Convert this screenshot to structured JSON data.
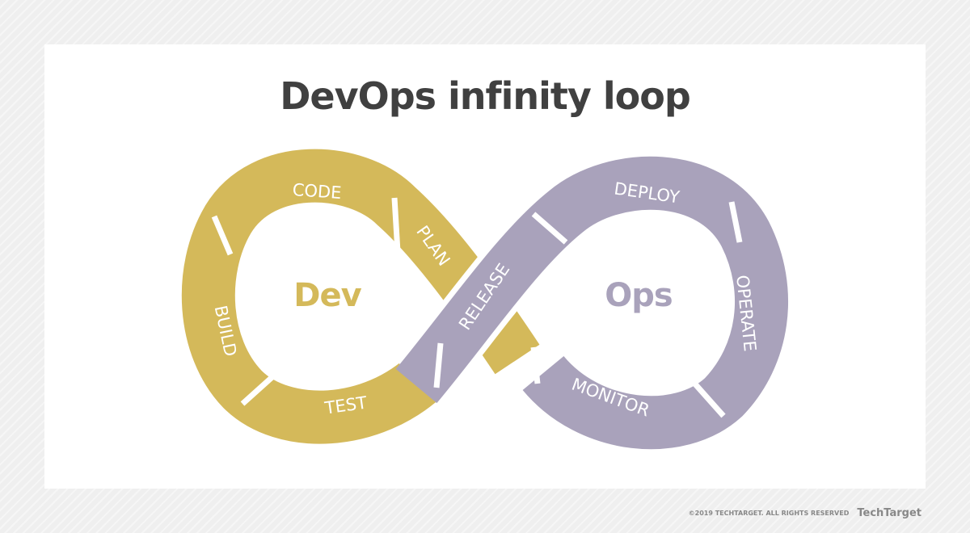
{
  "title": "DevOps infinity loop",
  "center_labels": {
    "dev": "Dev",
    "ops": "Ops"
  },
  "stages": {
    "plan": "PLAN",
    "code": "CODE",
    "build": "BUILD",
    "test": "TEST",
    "release": "RELEASE",
    "deploy": "DEPLOY",
    "operate": "OPERATE",
    "monitor": "MONITOR"
  },
  "colors": {
    "dev": "#d4b95a",
    "ops": "#a9a2bb",
    "title": "#404040"
  },
  "footer": {
    "copyright": "©2019 TECHTARGET. ALL RIGHTS RESERVED",
    "brand": "TechTarget"
  }
}
